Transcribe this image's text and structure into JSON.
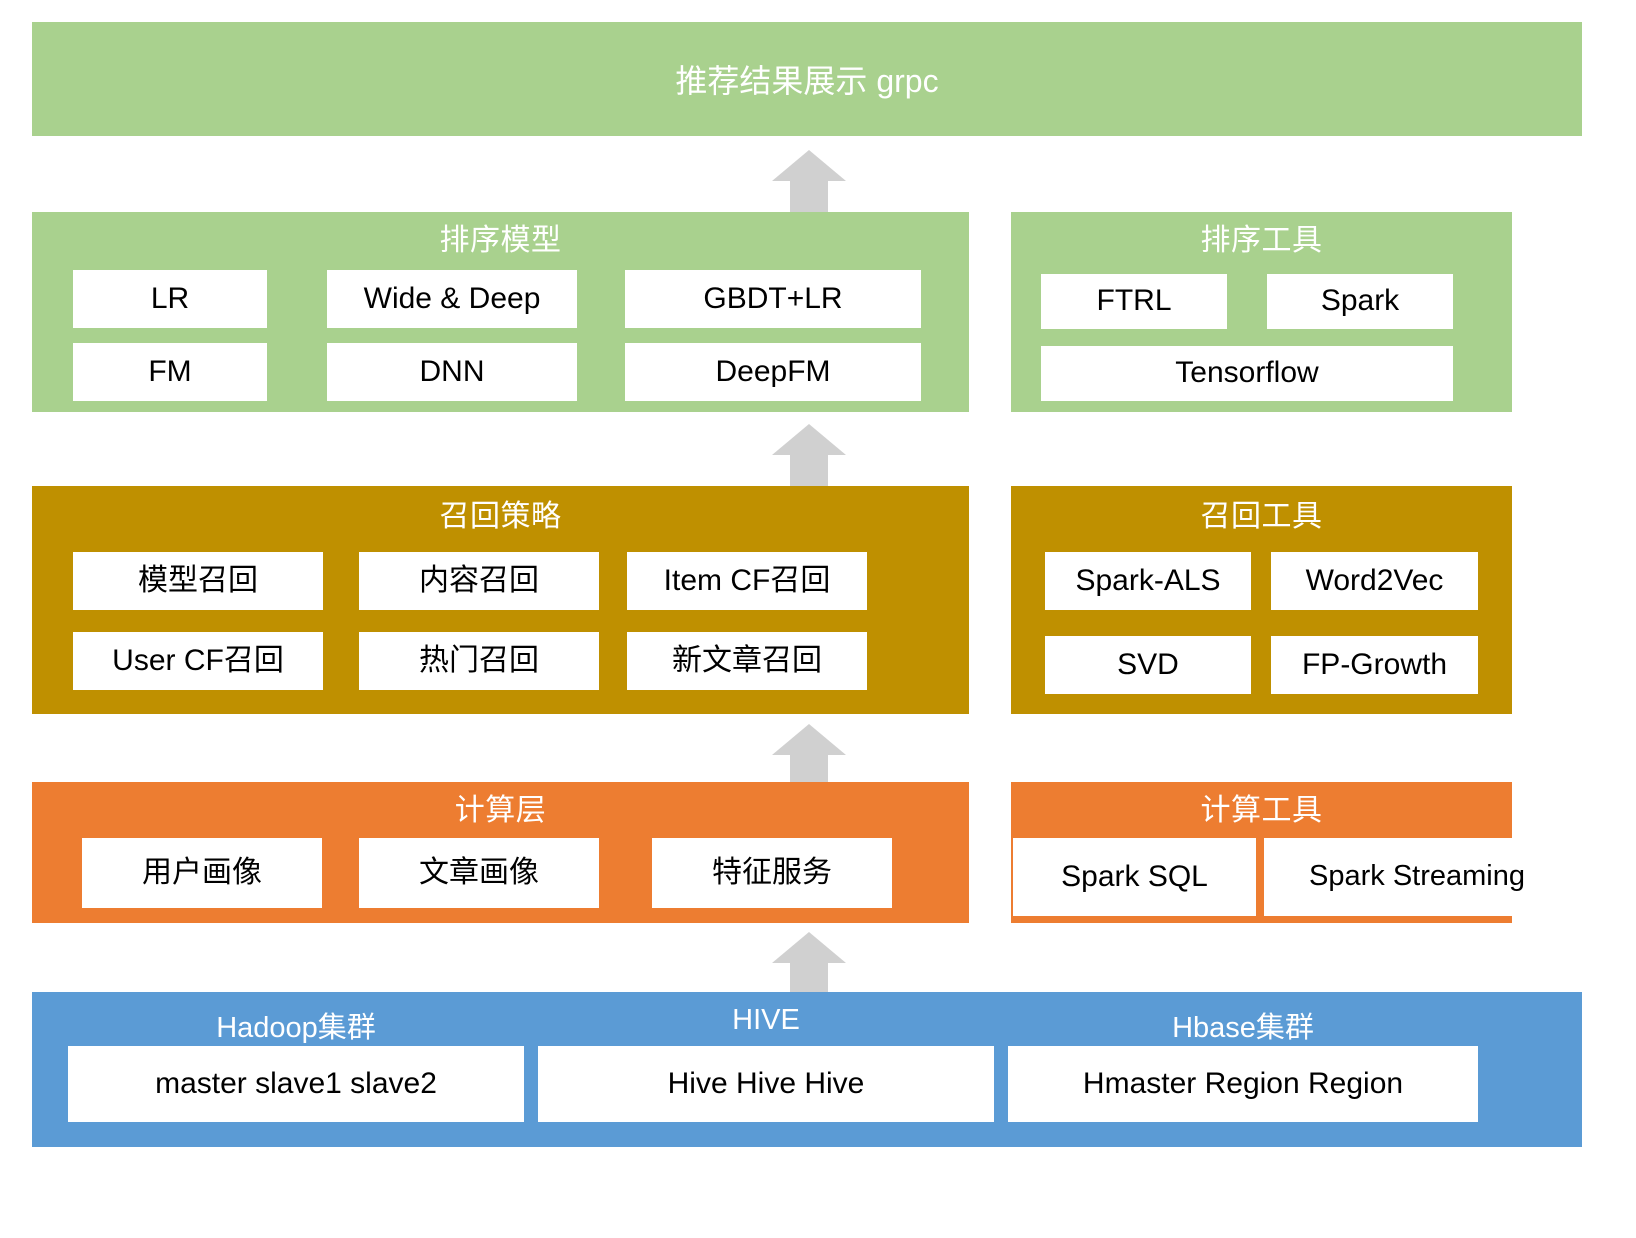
{
  "banner": {
    "label": "推荐结果展示 grpc",
    "color": "#a9d18e"
  },
  "colors": {
    "green": "#a9d18e",
    "gold": "#bf9000",
    "orange": "#ed7d31",
    "blue": "#5b9bd5",
    "arrow": "#d0d0d0",
    "chip_bg": "#ffffff",
    "title_text": "#ffffff",
    "chip_text": "#000000"
  },
  "rank_model": {
    "title": "排序模型",
    "chips": [
      "LR",
      "Wide & Deep",
      "GBDT+LR",
      "FM",
      "DNN",
      "DeepFM"
    ]
  },
  "rank_tools": {
    "title": "排序工具",
    "chips": [
      "FTRL",
      "Spark",
      "Tensorflow"
    ]
  },
  "recall_strategy": {
    "title": "召回策略",
    "chips": [
      "模型召回",
      "内容召回",
      "Item CF召回",
      "User CF召回",
      "热门召回",
      "新文章召回"
    ]
  },
  "recall_tools": {
    "title": "召回工具",
    "chips": [
      "Spark-ALS",
      "Word2Vec",
      "SVD",
      "FP-Growth"
    ]
  },
  "compute_layer": {
    "title": "计算层",
    "chips": [
      "用户画像",
      "文章画像",
      "特征服务"
    ]
  },
  "compute_tools": {
    "title": "计算工具",
    "chips": [
      "Spark SQL",
      "Spark Streaming"
    ]
  },
  "storage": {
    "groups": [
      {
        "title": "Hadoop集群",
        "chip": "master slave1 slave2"
      },
      {
        "title": "HIVE",
        "chip": "Hive Hive Hive"
      },
      {
        "title": "Hbase集群",
        "chip": "Hmaster Region Region"
      }
    ]
  },
  "arrows": {
    "count": 4,
    "direction": "up",
    "labels": [
      "storage-to-compute",
      "compute-to-recall",
      "recall-to-rank",
      "rank-to-banner"
    ]
  }
}
